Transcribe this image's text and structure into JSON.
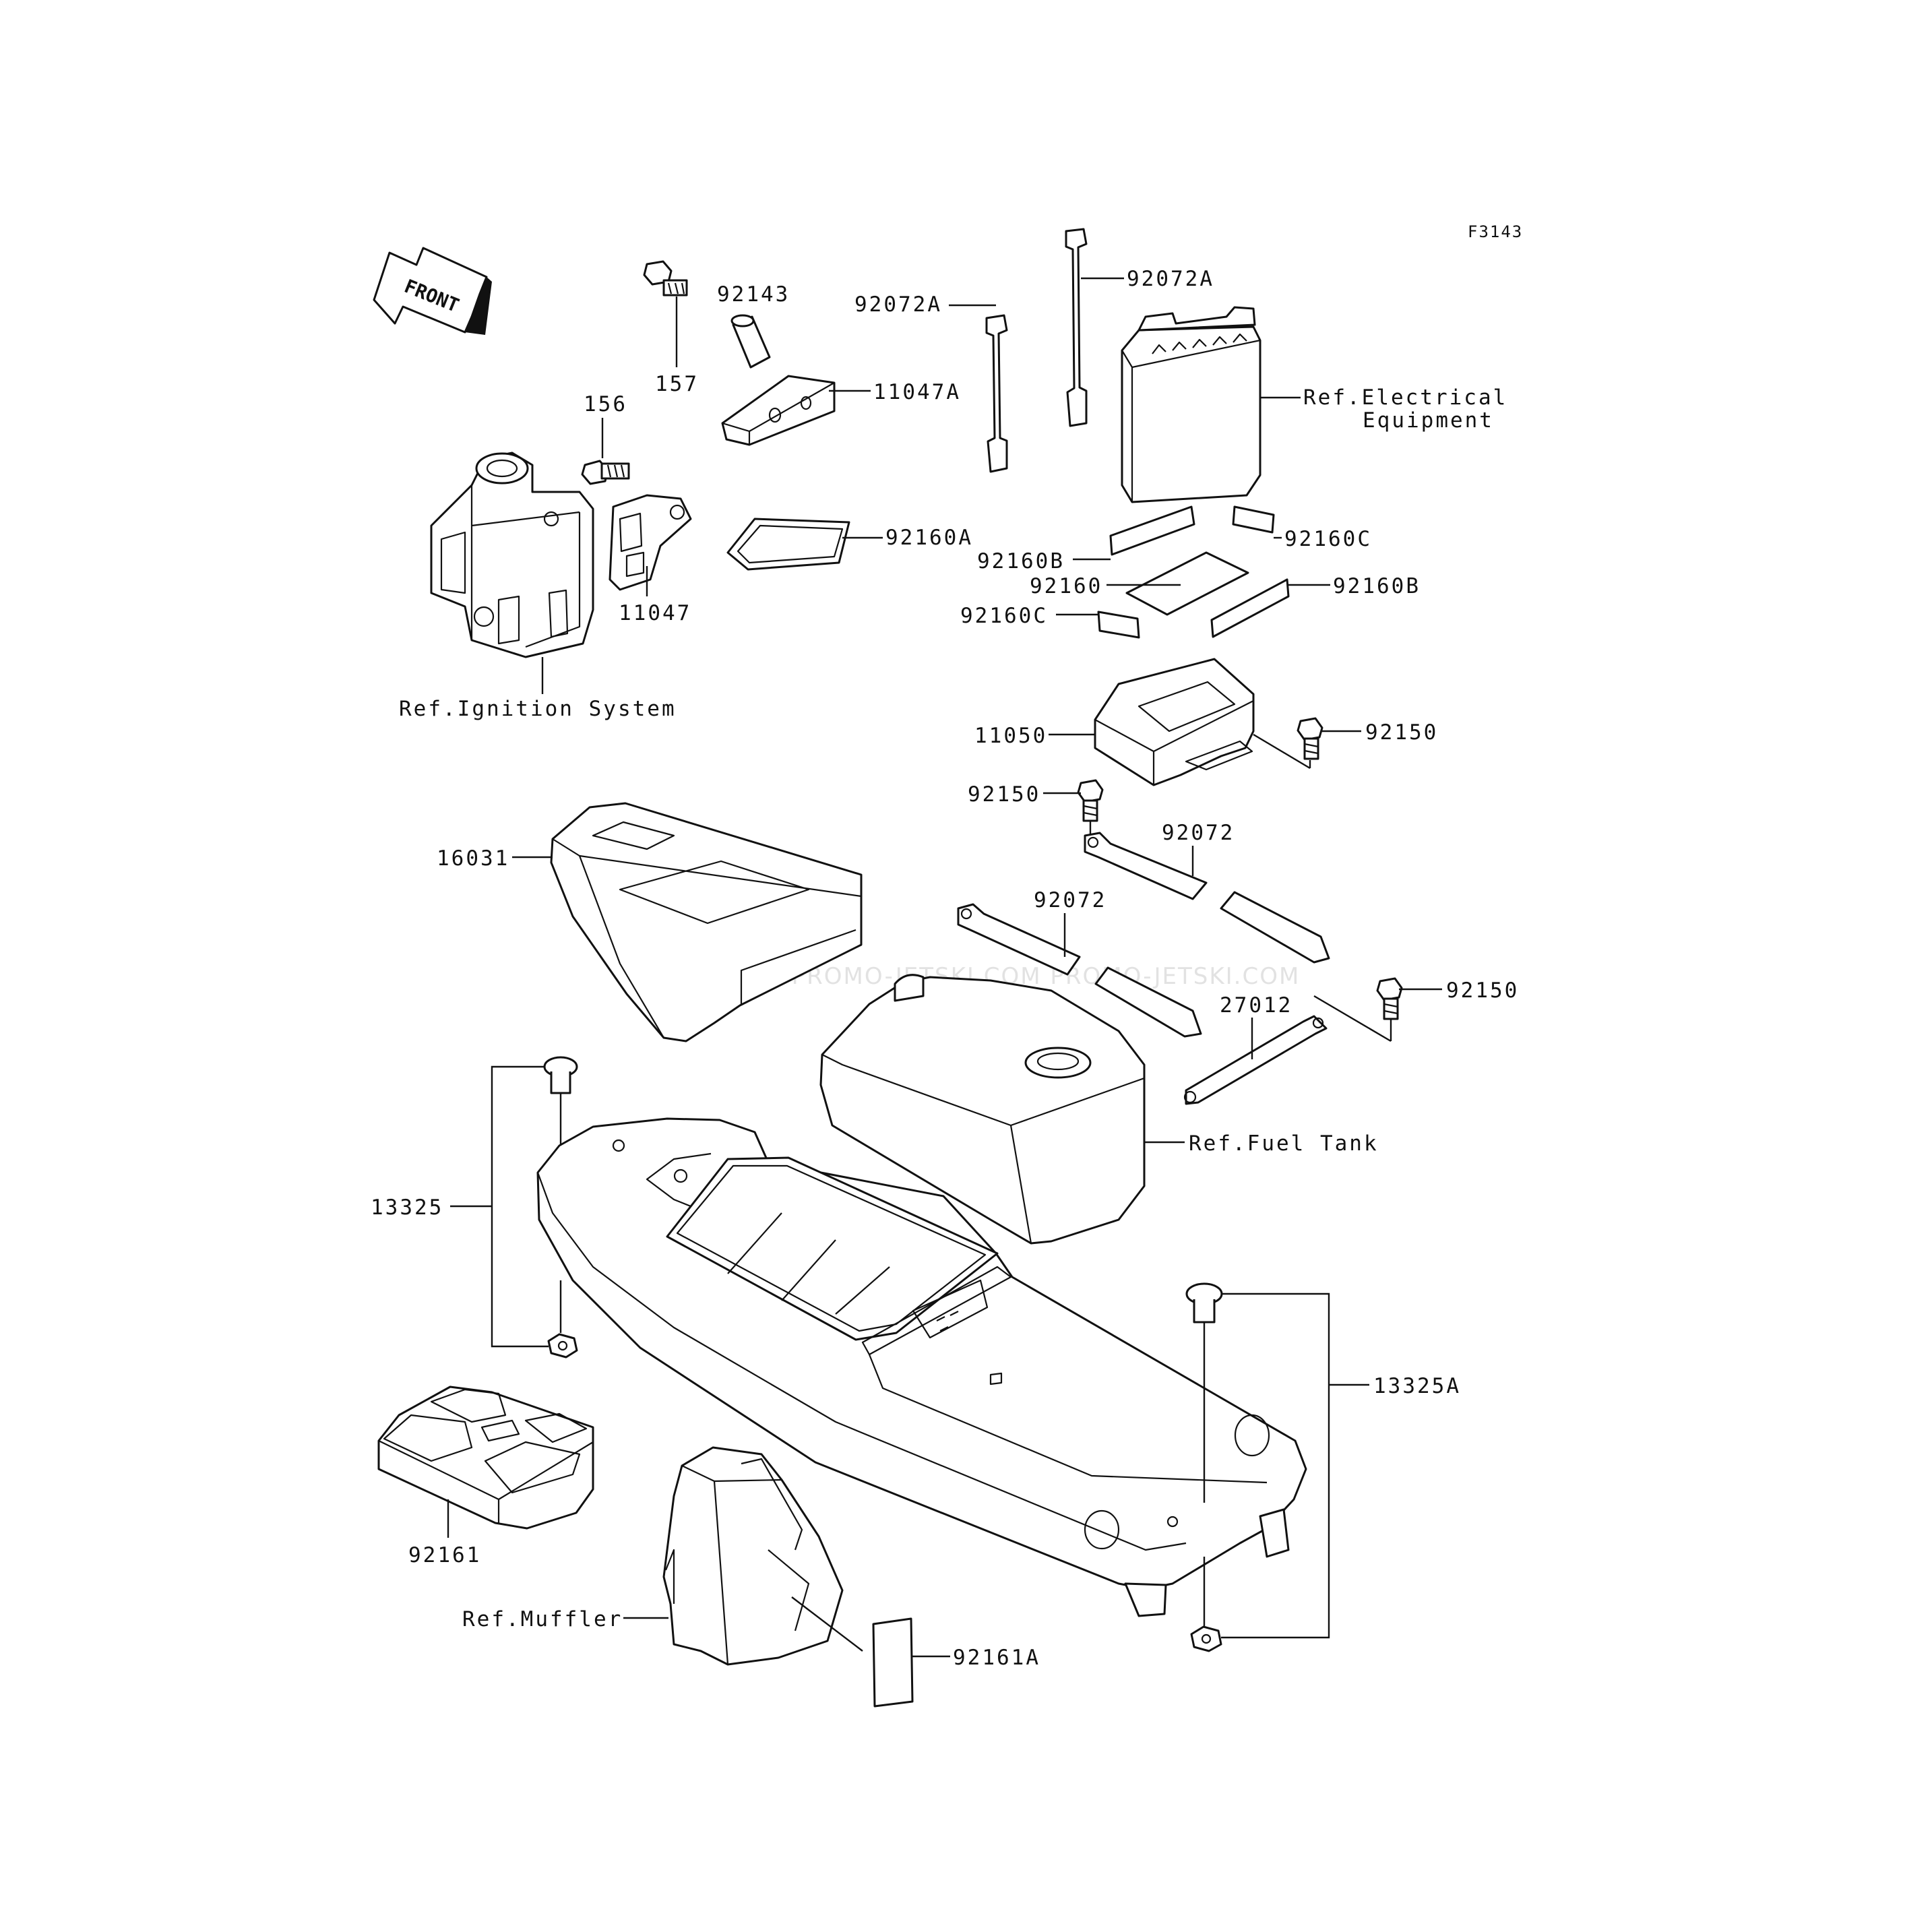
{
  "figure_code": "F3143",
  "front_label": "FRONT",
  "watermark": "JETSKI.COM PROMO-JETSKI.COM PROMO-JETSKI.COM",
  "labels": {
    "p92143": "92143",
    "p157": "157",
    "p156": "156",
    "p11047A": "11047A",
    "p92072A_left": "92072A",
    "p92072A_right": "92072A",
    "ref_electrical_1": "Ref.Electrical",
    "ref_electrical_2": "Equipment",
    "p11047": "11047",
    "p92160A": "92160A",
    "p92160B_left": "92160B",
    "p92160C_right": "92160C",
    "p92160": "92160",
    "p92160B_right": "92160B",
    "p92160C_left": "92160C",
    "ref_ignition": "Ref.Ignition System",
    "p11050": "11050",
    "p92150_top": "92150",
    "p92150_mid": "92150",
    "p16031": "16031",
    "p92072_upper": "92072",
    "p92072_lower": "92072",
    "p27012": "27012",
    "p92150_right": "92150",
    "ref_fuel_tank": "Ref.Fuel Tank",
    "p13325": "13325",
    "p13325A": "13325A",
    "p92161": "92161",
    "ref_muffler": "Ref.Muffler",
    "p92161A": "92161A"
  }
}
